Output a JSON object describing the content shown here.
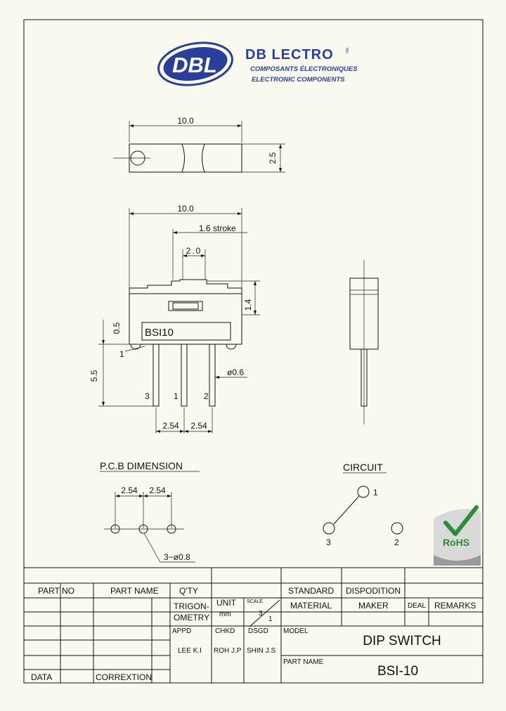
{
  "logo": {
    "badge_text": "DBL",
    "company": "DB LECTRO",
    "company_suffix": "INC",
    "line1": "COMPOSANTS ÉLECTRONIQUES",
    "line2": "ELECTRONIC COMPONENTS",
    "brand_color": "#2a3f9c"
  },
  "top_view": {
    "width_dim": "10.0",
    "height_dim": "2.5"
  },
  "front_view": {
    "width_dim": "10.0",
    "stroke_dim": "1.6  stroke",
    "actuator_dim": "2.0",
    "height_dim": "1.4",
    "offset_dim": "0.5",
    "body_label": "BSI10",
    "pin_length_dim": "5.5",
    "pin_dia_dim": "ø0.6",
    "pin_marker": "1",
    "pin_labels": [
      "3",
      "1",
      "2"
    ],
    "pitch_dims": [
      "2.54",
      "2.54"
    ]
  },
  "pcb": {
    "title": "P.C.B  DIMENSION",
    "pitch_dims": [
      "2.54",
      "2.54"
    ],
    "hole_dim": "3−ø0.8"
  },
  "circuit": {
    "title": "CIRCUIT",
    "labels": [
      "1",
      "3",
      "2"
    ]
  },
  "rohs": {
    "label": "RoHS",
    "color": "#2e8b3a"
  },
  "title_block": {
    "part_no": "PART  NO",
    "part_name": "PART  NAME",
    "qty": "Q'TY",
    "standard": "STANDARD",
    "disposition": "DISPODITION",
    "material": "MATERIAL",
    "maker": "MAKER",
    "deal": "DEAL",
    "remarks": "REMARKS",
    "trig1": "TRIGON-",
    "trig2": "OMETRY",
    "unit": "UNIT",
    "unit_val": "mm",
    "scale": "SCALE",
    "scale_num": "3",
    "scale_den": "1",
    "appd": "APPD",
    "chkd": "CHKD",
    "dsgd": "DSGD",
    "appd_name": "LEE  K.I",
    "chkd_name": "ROH  J.P",
    "dsgd_name": "SHIN  J.S",
    "model_label": "MODEL",
    "model": "DIP SWITCH",
    "partname_label": "PART  NAME",
    "partname": "BSI-10",
    "data": "DATA",
    "correction": "CORREXTION"
  }
}
